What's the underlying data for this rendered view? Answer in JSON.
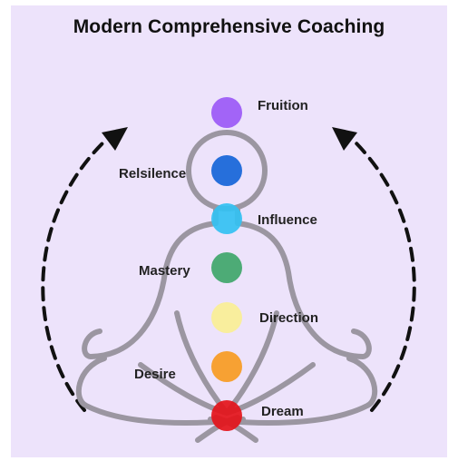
{
  "title": "Modern Comprehensive Coaching",
  "stages": [
    {
      "label": "Fruition",
      "color": "#9b59f6"
    },
    {
      "label": "Relsilence",
      "color": "#1565d8"
    },
    {
      "label": "Influence",
      "color": "#33c1f2"
    },
    {
      "label": "Mastery",
      "color": "#3fa66a"
    },
    {
      "label": "Direction",
      "color": "#faf08c"
    },
    {
      "label": "Desire",
      "color": "#f79b22"
    },
    {
      "label": "Dream",
      "color": "#e4141a"
    }
  ],
  "colors": {
    "background": "#ede3fb",
    "figure_outline": "#9b96a1",
    "arrows": "#111111"
  },
  "icons": [
    "meditation-figure-icon",
    "dashed-arrow-left-icon",
    "dashed-arrow-right-icon"
  ]
}
